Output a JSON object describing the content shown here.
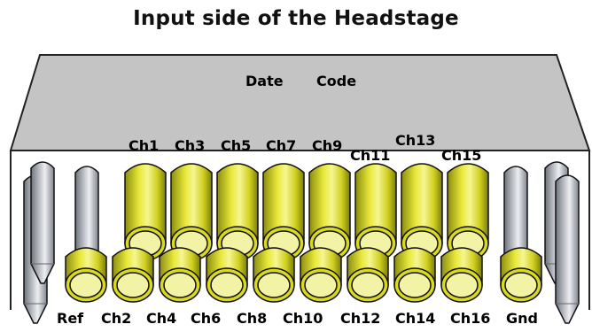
{
  "title": "Input side of the Headstage",
  "date_code_label": "Date",
  "code_label": "Code",
  "top_labels": [
    "Ch1",
    "Ch3",
    "Ch5",
    "Ch7",
    "Ch9",
    "Ch11",
    "Ch13",
    "Ch15"
  ],
  "bottom_labels": [
    "Ref",
    "Ch2",
    "Ch4",
    "Ch6",
    "Ch8",
    "Ch10",
    "Ch12",
    "Ch14",
    "Ch16",
    "Gnd"
  ],
  "colors": {
    "top_face": "#c4c4c4",
    "top_face_edge": "#222222",
    "tube_dark": "#8c8c10",
    "tube_mid": "#d8d820",
    "tube_light": "#f4f480",
    "pin_dark": "#7b8088",
    "pin_mid": "#b6b9c0",
    "pin_light": "#eceef2"
  }
}
